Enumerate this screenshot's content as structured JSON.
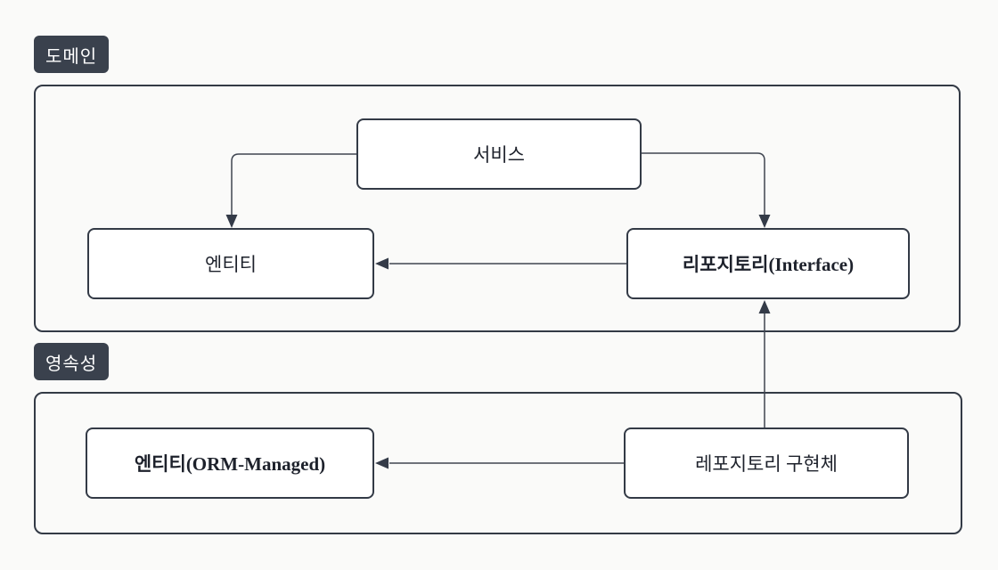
{
  "page": {
    "background_color": "#fafaf9"
  },
  "diagram": {
    "style": {
      "box_border_color": "#333a46",
      "box_fill_color": "#ffffff",
      "badge_background_color": "#3a414d",
      "badge_text_color": "#ffffff",
      "connector_color": "#3f4551"
    },
    "groups": [
      {
        "id": "domain",
        "label": "도메인"
      },
      {
        "id": "persistence",
        "label": "영속성"
      }
    ],
    "nodes": [
      {
        "id": "service",
        "label": "서비스",
        "group": "domain",
        "bold": false
      },
      {
        "id": "entity",
        "label": "엔티티",
        "group": "domain",
        "bold": false
      },
      {
        "id": "repository-interface",
        "label": "리포지토리(Interface)",
        "group": "domain",
        "bold": true
      },
      {
        "id": "entity-orm",
        "label": "엔티티(ORM-Managed)",
        "group": "persistence",
        "bold": true
      },
      {
        "id": "repository-impl",
        "label": "레포지토리 구현체",
        "group": "persistence",
        "bold": false
      }
    ],
    "edges": [
      {
        "from": "service",
        "to": "entity",
        "direction": "down"
      },
      {
        "from": "service",
        "to": "repository-interface",
        "direction": "down"
      },
      {
        "from": "repository-interface",
        "to": "entity",
        "direction": "left"
      },
      {
        "from": "repository-impl",
        "to": "repository-interface",
        "direction": "up"
      },
      {
        "from": "repository-impl",
        "to": "entity-orm",
        "direction": "left"
      }
    ]
  }
}
